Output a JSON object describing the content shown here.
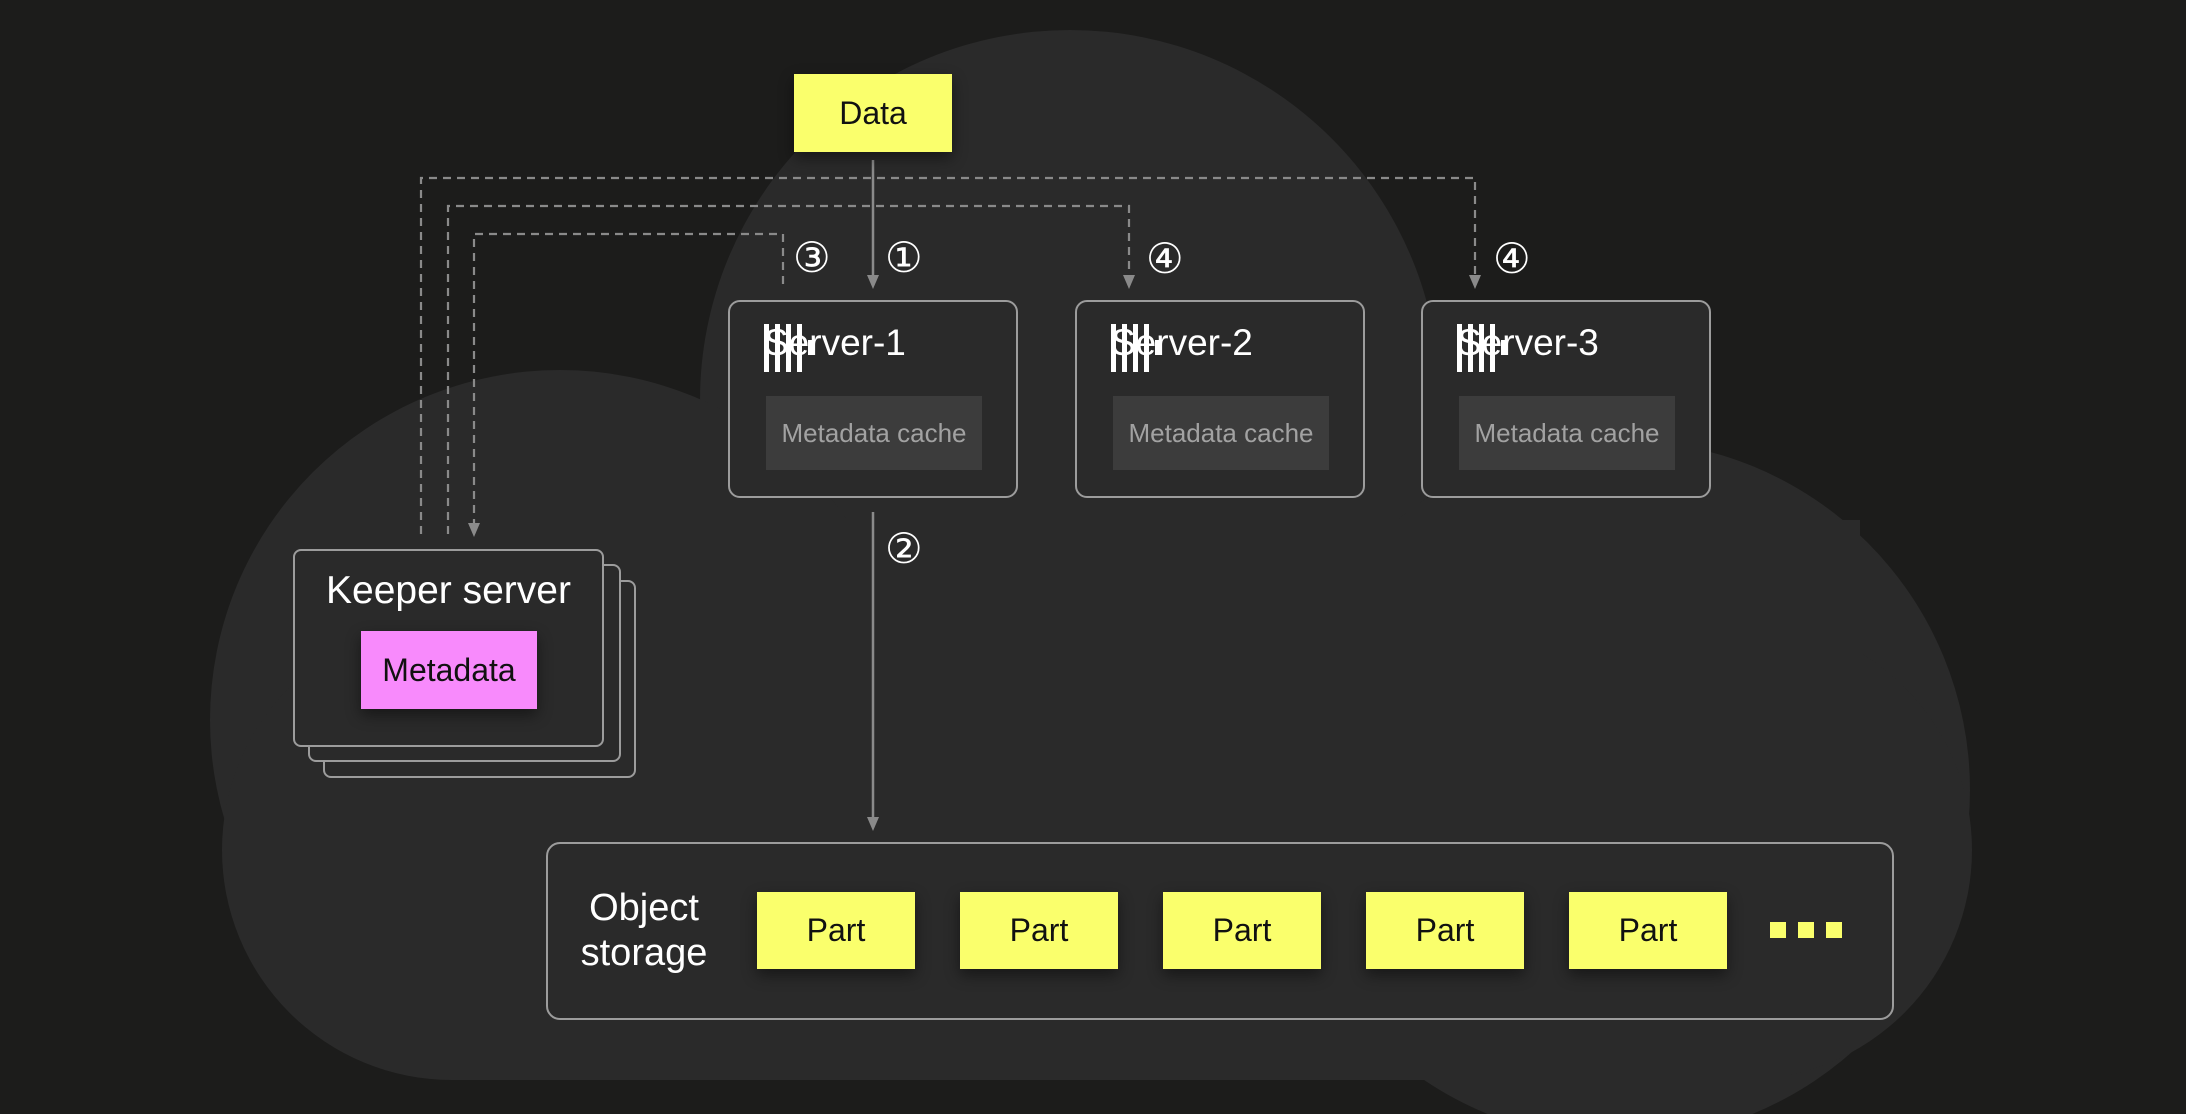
{
  "data_box": {
    "label": "Data"
  },
  "markers": {
    "step1": "①",
    "step2": "②",
    "step3": "③",
    "step4a": "④",
    "step4b": "④"
  },
  "servers": [
    {
      "name": "Server-1",
      "cache_label": "Metadata cache"
    },
    {
      "name": "Server-2",
      "cache_label": "Metadata cache"
    },
    {
      "name": "Server-3",
      "cache_label": "Metadata cache"
    }
  ],
  "keeper": {
    "title": "Keeper server",
    "metadata_label": "Metadata"
  },
  "object_storage": {
    "label_line1": "Object",
    "label_line2": "storage",
    "parts": [
      "Part",
      "Part",
      "Part",
      "Part",
      "Part"
    ],
    "more_icon": "ellipsis-dots-icon"
  },
  "colors": {
    "background": "#1c1c1b",
    "cloud": "#2a2a2a",
    "accent_yellow": "#faff6c",
    "metadata_pink": "#f88afc",
    "arrow_gray": "#8a8a8a"
  },
  "icons": {
    "server_logo": "clickhouse-bars-icon"
  }
}
